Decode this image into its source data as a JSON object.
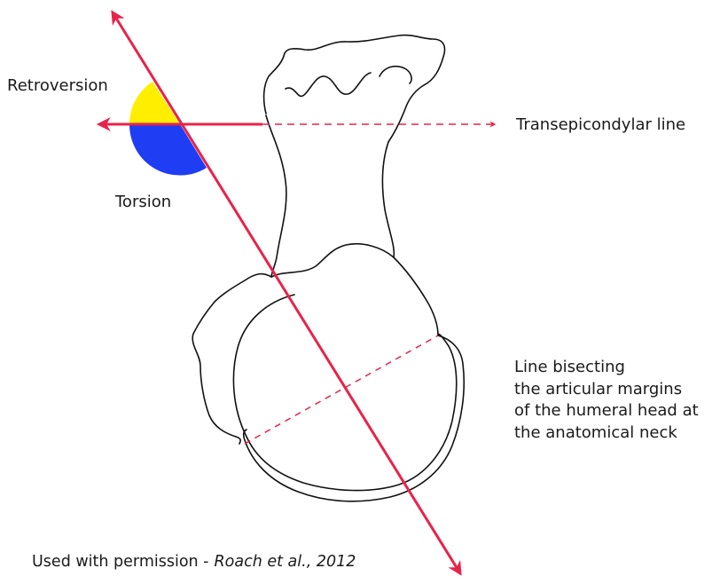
{
  "labels": {
    "retroversion": "Retroversion",
    "torsion": "Torsion",
    "transepicondylar": "Transepicondylar line",
    "bisecting": [
      "Line bisecting",
      "the articular margins",
      "of the humeral head at",
      "the anatomical neck"
    ]
  },
  "credit": {
    "text": "Used with permission -",
    "citation": "Roach et al., 2012"
  },
  "colors": {
    "axis_line": "#e8234a",
    "retroversion_fill": "#ffee00",
    "torsion_fill": "#1f3df2",
    "outline": "#111111",
    "background": "#ffffff"
  }
}
